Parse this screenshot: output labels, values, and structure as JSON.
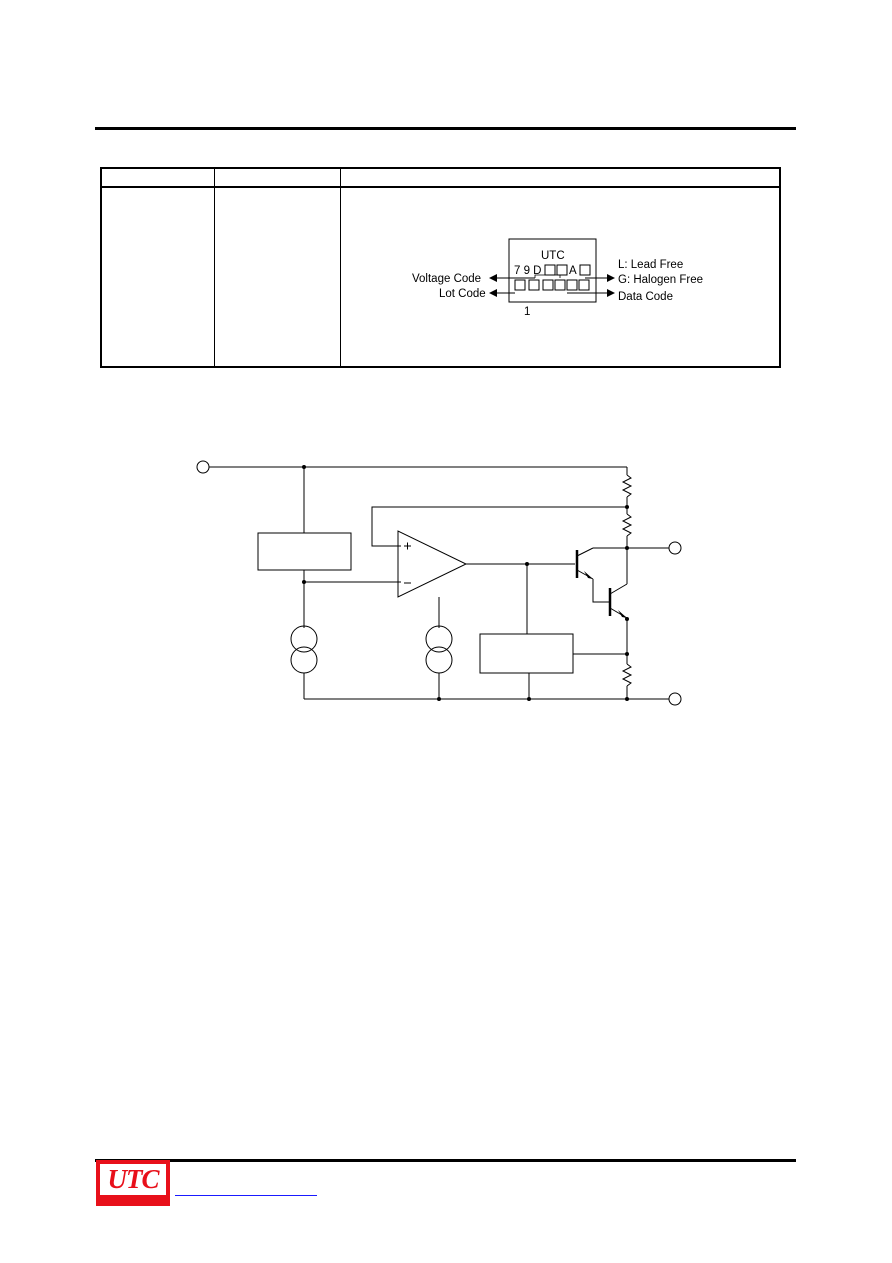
{
  "marking": {
    "title": "UTC",
    "line1": "7 9 D",
    "line1_suffix": "A",
    "labels": {
      "voltage_code": "Voltage Code",
      "lot_code": "Lot Code",
      "lead_free": "L: Lead Free",
      "halogen_free": "G: Halogen Free",
      "data_code": "Data Code",
      "pin1": "1"
    }
  },
  "footer": {
    "logo_text": "UTC",
    "link_color": "#1a1aff"
  },
  "colors": {
    "brand_red": "#e8101a",
    "line": "#000000"
  }
}
